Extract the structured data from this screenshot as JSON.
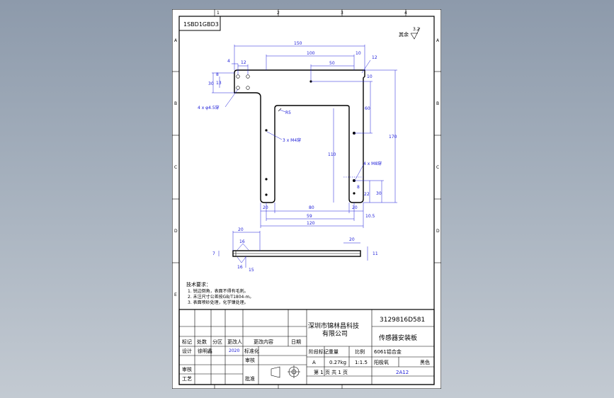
{
  "drawing": {
    "code_box": "1SBD1GBD3",
    "roughness": {
      "value": "3.2",
      "label": "其余"
    },
    "zone_columns": [
      "1",
      "2",
      "3",
      "4"
    ],
    "zone_rows": [
      "A",
      "B",
      "C",
      "D",
      "E"
    ],
    "dims_top": {
      "d150": "150",
      "d100": "100",
      "d50": "50",
      "d10": "10",
      "d12": "12",
      "d4": "4",
      "d8": "8",
      "d12b": "12"
    },
    "dims_left": {
      "d30": "30",
      "d13": "13"
    },
    "dims_right": {
      "d10": "10",
      "d60": "60",
      "d170": "170",
      "d30": "30",
      "d22": "22",
      "d8": "8"
    },
    "dims_bottom": {
      "d80": "80",
      "d20": "20",
      "d20b": "20",
      "d59": "59",
      "d120": "120",
      "d105": "10.5"
    },
    "dim_inner_110": "110",
    "callouts": {
      "holes_left": "4 x φ4.5穿",
      "radius": "R5",
      "m4_top": "3 x M4穿",
      "m8": "4 x M8穿"
    },
    "side_view": {
      "d20": "20",
      "d7": "7",
      "d15": "15",
      "d20b": "20",
      "d11": "11",
      "t16a": "16",
      "t16b": "16"
    },
    "notes": {
      "title": "技术要求：",
      "lines": [
        "1. 锐边倒角，表面不得有毛刺。",
        "2. 未注尺寸公差按GB/T1804-m。",
        "3. 表面喷砂处理，化学镍处理。"
      ]
    }
  },
  "title_block": {
    "company_line1": "深圳市锦林昌科技",
    "company_line2": "有限公司",
    "part_number": "3129816D581",
    "part_name": "传感器安装板",
    "headers": [
      "标记",
      "处数",
      "分区",
      "更改人",
      "更改内容",
      "日期"
    ],
    "design_label": "设计",
    "designer": "徐明鑫",
    "design_date": "2020",
    "standardize": "标准化",
    "check": "审核",
    "review": "审核",
    "process": "工艺",
    "approve": "批准",
    "stage_label": "阶段标记",
    "weight_label": "重量",
    "scale_label": "比例",
    "stage": "A",
    "weight": "0.27kg",
    "scale": "1:1.5",
    "material": "6061铝合金",
    "sheet_info": "第 1 页  共 1 页",
    "code": "2A12",
    "surface": "阳极氧",
    "surface2": "黑色"
  }
}
